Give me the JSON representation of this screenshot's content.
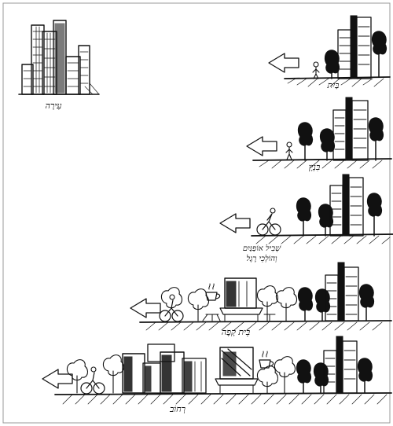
{
  "labels": {
    "city": "עִירָה",
    "house": "בַּיִת",
    "building": "בִּנְיָן",
    "cycling": "שְׁבִיל אוֹפַנַּיִם וְהוֹלְכֵי רֶגֶל",
    "cafe": "בֵּית קָפֶה",
    "street": "רְחוֹב"
  }
}
